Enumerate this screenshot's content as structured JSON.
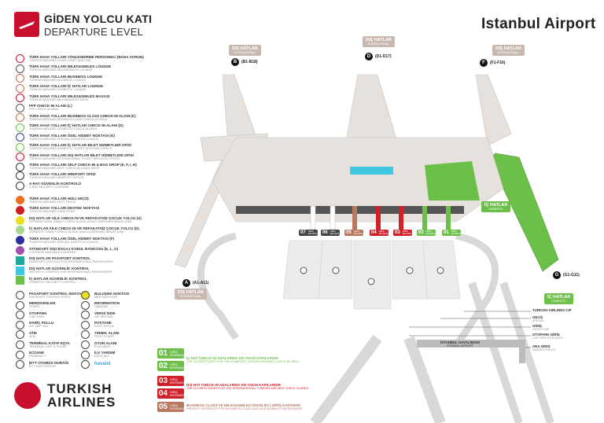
{
  "header": {
    "title": "GİDEN YOLCU KATI",
    "subtitle": "DEPARTURE LEVEL",
    "brand": "Istanbul Airport"
  },
  "colors": {
    "thy_red": "#c8102e",
    "domestic_green": "#6cc04a",
    "international_beige": "#c8b8b0",
    "terminal_grey": "#e6e1dc"
  },
  "legend": [
    {
      "tr": "TÜRK HAVA YOLLARI YÖNLENDİRME PERSONELİ (BANA SORUN)",
      "en": "TURKISH AIRLINES GUIDE STAFF (ASK ME)",
      "icon": "ask-me-icon",
      "color": "#c8102e"
    },
    {
      "tr": "TÜRK HAVA YOLLARI MILES&SMILES LOUNGE",
      "en": "TURKISH AIRLINES MILES&SMILES LOUNGE",
      "icon": "lounge-icon",
      "color": "#555555"
    },
    {
      "tr": "TÜRK HAVA YOLLARI BUSINESS LOUNGE",
      "en": "TURKISH AIRLINES BUSINESS LOUNGE",
      "icon": "lounge-icon",
      "color": "#c0704f"
    },
    {
      "tr": "TÜRK HAVA YOLLARI İÇ HATLAR LOUNGE",
      "en": "TURKISH AIRLINES DOMESTIC LOUNGE",
      "icon": "lounge-icon",
      "color": "#c0704f"
    },
    {
      "tr": "TÜRK HAVA YOLLARI MILES&SMILES MASASI",
      "en": "TURKISH AIRLINES MILES&SMILES DESK",
      "icon": "desk-icon",
      "color": "#c8102e"
    },
    {
      "tr": "FFP CHECK-IN ALANI (L)",
      "en": "FFP CHECK-IN AREA",
      "icon": "check-in-icon",
      "color": "#555555"
    },
    {
      "tr": "TÜRK HAVA YOLLARI BUSINESS CLASS CHECK-IN ALANI (K)",
      "en": "TURKISH AIRLINES BUSINESS CLASS CHECK-IN AREA",
      "icon": "check-in-icon",
      "color": "#c0704f"
    },
    {
      "tr": "TÜRK HAVA YOLLARI İÇ HATLAR CHECK-IN ALANI (D)",
      "en": "TURKISH AIRLINES DOMESTIC CHECK-IN AREA",
      "icon": "check-in-icon",
      "color": "#6cc04a"
    },
    {
      "tr": "TÜRK HAVA YOLLARI ÖZEL HİZMET NOKTASI (G)",
      "en": "TURKISH AIRLINES SPECIAL ASSISTED LOUNGE",
      "icon": "special-assist-icon",
      "color": "#3a3a9a"
    },
    {
      "tr": "TÜRK HAVA YOLLARI İÇ HATLAR BİLET HİZMETLERİ OFİSİ",
      "en": "TURKISH AIRLINES DOMESTIC TICKET SERVICES OFFICE",
      "icon": "ticket-office-icon",
      "color": "#6cc04a"
    },
    {
      "tr": "TÜRK HAVA YOLLARI DIŞ HATLAR BİLET HİZMETLERİ OFİSİ",
      "en": "TURKISH AIRLINES INTERNATIONAL TICKET SERVICES OFFICE",
      "icon": "ticket-office-icon",
      "color": "#c8102e"
    },
    {
      "tr": "TÜRK HAVA YOLLARI SELF CHECK-IN & BAG DROP (E, F, I, H)",
      "en": "TURKISH AIRLINES SELF CHECK-IN & BAG DROP",
      "icon": "self-check-in-icon",
      "color": "#333333"
    },
    {
      "tr": "TÜRK HAVA YOLLARI MINIPORT OFİSİ",
      "en": "TURKISH AIRLINES MINIPORT OFFICE",
      "icon": "miniport-icon",
      "color": "#333333"
    },
    {
      "tr": "X-RAY GÜVENLİK KONTROLÜ",
      "en": "X-RAY SECURITY CONTROL",
      "icon": "xray-icon",
      "color": "#333333"
    }
  ],
  "legend_colors": [
    {
      "tr": "TÜRK HAVA YOLLARI HIZLI GEÇİŞ",
      "en": "TURKISH AIRLINES FAST TRACK",
      "color": "#f07020",
      "shape": "dot"
    },
    {
      "tr": "TÜRK HAVA YOLLARI DESTEK NOKTASI",
      "en": "TURKISH AIRLINES CARE POINT",
      "color": "#d01f1f",
      "shape": "dot"
    },
    {
      "tr": "DIŞ HATLAR AİLE CHECK-IN VE REFAKATSİZ ÇOCUK YOLCU (X)",
      "en": "INTERNATIONAL FAMILY CHECK-IN AND UNACCOMPANIED MINOR (UM)",
      "color": "#e8e020",
      "shape": "dot"
    },
    {
      "tr": "İÇ HATLAR AİLE CHECK-IN VE REFAKATSİZ ÇOCUK YOLCU (D)",
      "en": "DOMESTIC FAMILY CHECK-IN AND UNACCOMPANIED MINOR (UM)",
      "color": "#a8d890",
      "shape": "dot"
    },
    {
      "tr": "TÜRK HAVA YOLLARI ÖZEL HİZMET NOKTASI (F)",
      "en": "TURKISH AIRLINES SPECIAL ASSISTED LOUNGE",
      "color": "#30309a",
      "shape": "dot"
    },
    {
      "tr": "STANDART DIŞI BAGAJ KABUL BANKOSU (E, L, G)",
      "en": "OVERSIZE BAGGAGE COUNTER",
      "color": "#a050b0",
      "shape": "dot"
    },
    {
      "tr": "DIŞ HATLAR PASAPORT KONTROL",
      "en": "PASSPORT CONTROL FOR INTERNATIONAL PASSENGERS",
      "color": "#20a898",
      "shape": "square"
    },
    {
      "tr": "DIŞ HATLAR GÜVENLİK KONTROL",
      "en": "SECURITY CONTROL FOR INTERNATIONAL PASSENGERS",
      "color": "#40c8e0",
      "shape": "square"
    },
    {
      "tr": "İÇ HATLAR GÜVENLİK KONTROL",
      "en": "DOMESTIC SECURITY CONTROL",
      "color": "#6cc04a",
      "shape": "square"
    }
  ],
  "services": [
    {
      "tr": "PASAPORT KONTROL NOKTASI",
      "en": "PASSPORT CONTROL POINT",
      "icon": "passport-icon"
    },
    {
      "tr": "BULUŞMA NOKTASI",
      "en": "MEETING POINT",
      "icon": "meeting-point-icon"
    },
    {
      "tr": "MERDİVENLER",
      "en": "STAIRS",
      "icon": "stairs-icon"
    },
    {
      "tr": "INFORMATION",
      "en": "DANIŞMA",
      "icon": "information-icon"
    },
    {
      "tr": "OTOPARK",
      "en": "CAR PARK",
      "icon": "parking-icon"
    },
    {
      "tr": "VERGİ İADE",
      "en": "VAT REFUND",
      "icon": "vat-refund-icon"
    },
    {
      "tr": "HARİÇ PULLU",
      "en": "INT. DEP. TAX",
      "icon": "tax-icon"
    },
    {
      "tr": "POSTANE",
      "en": "POST OFFICE",
      "icon": "post-office-icon"
    },
    {
      "tr": "ATM",
      "en": "ATM",
      "icon": "atm-icon"
    },
    {
      "tr": "YEMEK ALANI",
      "en": "FOOD COURT",
      "icon": "food-court-icon"
    },
    {
      "tr": "TERMİNAL KAYIP EŞYA",
      "en": "TERMINAL LOST & FOUND",
      "icon": "lost-found-icon"
    },
    {
      "tr": "OYUN ALANI",
      "en": "PLAY AREA",
      "icon": "play-area-icon"
    },
    {
      "tr": "ECZANE",
      "en": "PHARMACY",
      "icon": "pharmacy-icon"
    },
    {
      "tr": "İLK YARDIM",
      "en": "FIRST AID",
      "icon": "first-aid-icon"
    },
    {
      "tr": "İETT OTOBÜS DURAĞI",
      "en": "İETT BUS STATION",
      "icon": "bus-icon"
    },
    {
      "tr": "havaist",
      "en": "",
      "icon": "havaist-icon"
    }
  ],
  "airline": {
    "line1": "TURKISH",
    "line2": "AIRLINES"
  },
  "entrances": [
    {
      "num": "01",
      "label": "GİRİŞ",
      "sub": "ENTRANCE",
      "color": "#6cc04a"
    },
    {
      "num": "02",
      "label": "GİRİŞ",
      "sub": "ENTRANCE",
      "color": "#6cc04a"
    },
    {
      "num": "03",
      "label": "GİRİŞ",
      "sub": "ENTRANCE",
      "color": "#d0202a"
    },
    {
      "num": "04",
      "label": "GİRİŞ",
      "sub": "ENTRANCE",
      "color": "#d0202a"
    },
    {
      "num": "05",
      "label": "GİRİŞ",
      "sub": "ENTRANCE",
      "color": "#b87860"
    },
    {
      "num": "06",
      "label": "GİRİŞ",
      "sub": "ENTRANCE",
      "color": "#444444"
    },
    {
      "num": "07",
      "label": "GİRİŞ",
      "sub": "ENTRANCE",
      "color": "#444444"
    }
  ],
  "entrance_notes": [
    {
      "tr": "İÇ HAT CHECK-IN ADALARINA EN YAKIN KAPILARDIR",
      "en": "THE CLOSEST GATE FOR THE DOMESTIC TURKISH AIRLINES CHECK-IN AREA",
      "color": "#6cc04a"
    },
    {
      "tr": "DIŞ HAT CHECK-IN ADALARINA EN YAKIN KAPILARDIR",
      "en": "THE CLOSEST GATES FOR THE INTERNATIONAL TURKISH AIRLINES CHECK-IN AREA",
      "color": "#d0202a"
    },
    {
      "tr": "BUSINESS CLASS VE MILES&SMILES ÖNCELİKLİ GİRİŞ KAPISIDIR",
      "en": "PRIORITY ENTRANCE FOR BUSINESS CLASS AND MILES&SMILES PASSENGERS",
      "color": "#b87860"
    }
  ],
  "callouts": [
    {
      "tr": "TURKISH AIRLINES CIP",
      "en": ""
    },
    {
      "tr": "GELİŞ",
      "en": "ARRIVAL"
    },
    {
      "tr": "GİDİŞ",
      "en": "DEPARTURE"
    },
    {
      "tr": "OTOPARK GİRİŞ",
      "en": "CAR PARK ENTRANCE"
    },
    {
      "tr": "ANA GİRİŞ",
      "en": "MAIN ENTRANCE"
    }
  ],
  "airport_label": {
    "tr": "İSTANBUL HAVALİMANI",
    "en": "ISTANBUL AIRPORT"
  },
  "piers": [
    {
      "tr": "DIŞ HATLAR",
      "en": "INTERNATIONAL",
      "letter": "B",
      "gates": "(B1-B18)"
    },
    {
      "tr": "DIŞ HATLAR",
      "en": "INTERNATIONAL",
      "letter": "D",
      "gates": "(D1-D17)"
    },
    {
      "tr": "DIŞ HATLAR",
      "en": "INTERNATIONAL",
      "letter": "F",
      "gates": "(F1-F16)"
    },
    {
      "tr": "DIŞ HATLAR",
      "en": "INTERNATIONAL",
      "letter": "A",
      "gates": "(A1-A11)"
    },
    {
      "tr": "İÇ HATLAR",
      "en": "DOMESTIC",
      "letter": "G",
      "gates": "(G1-G11)"
    }
  ],
  "domestic_area": {
    "tr": "İÇ HATLAR",
    "en": "DOMESTIC"
  }
}
